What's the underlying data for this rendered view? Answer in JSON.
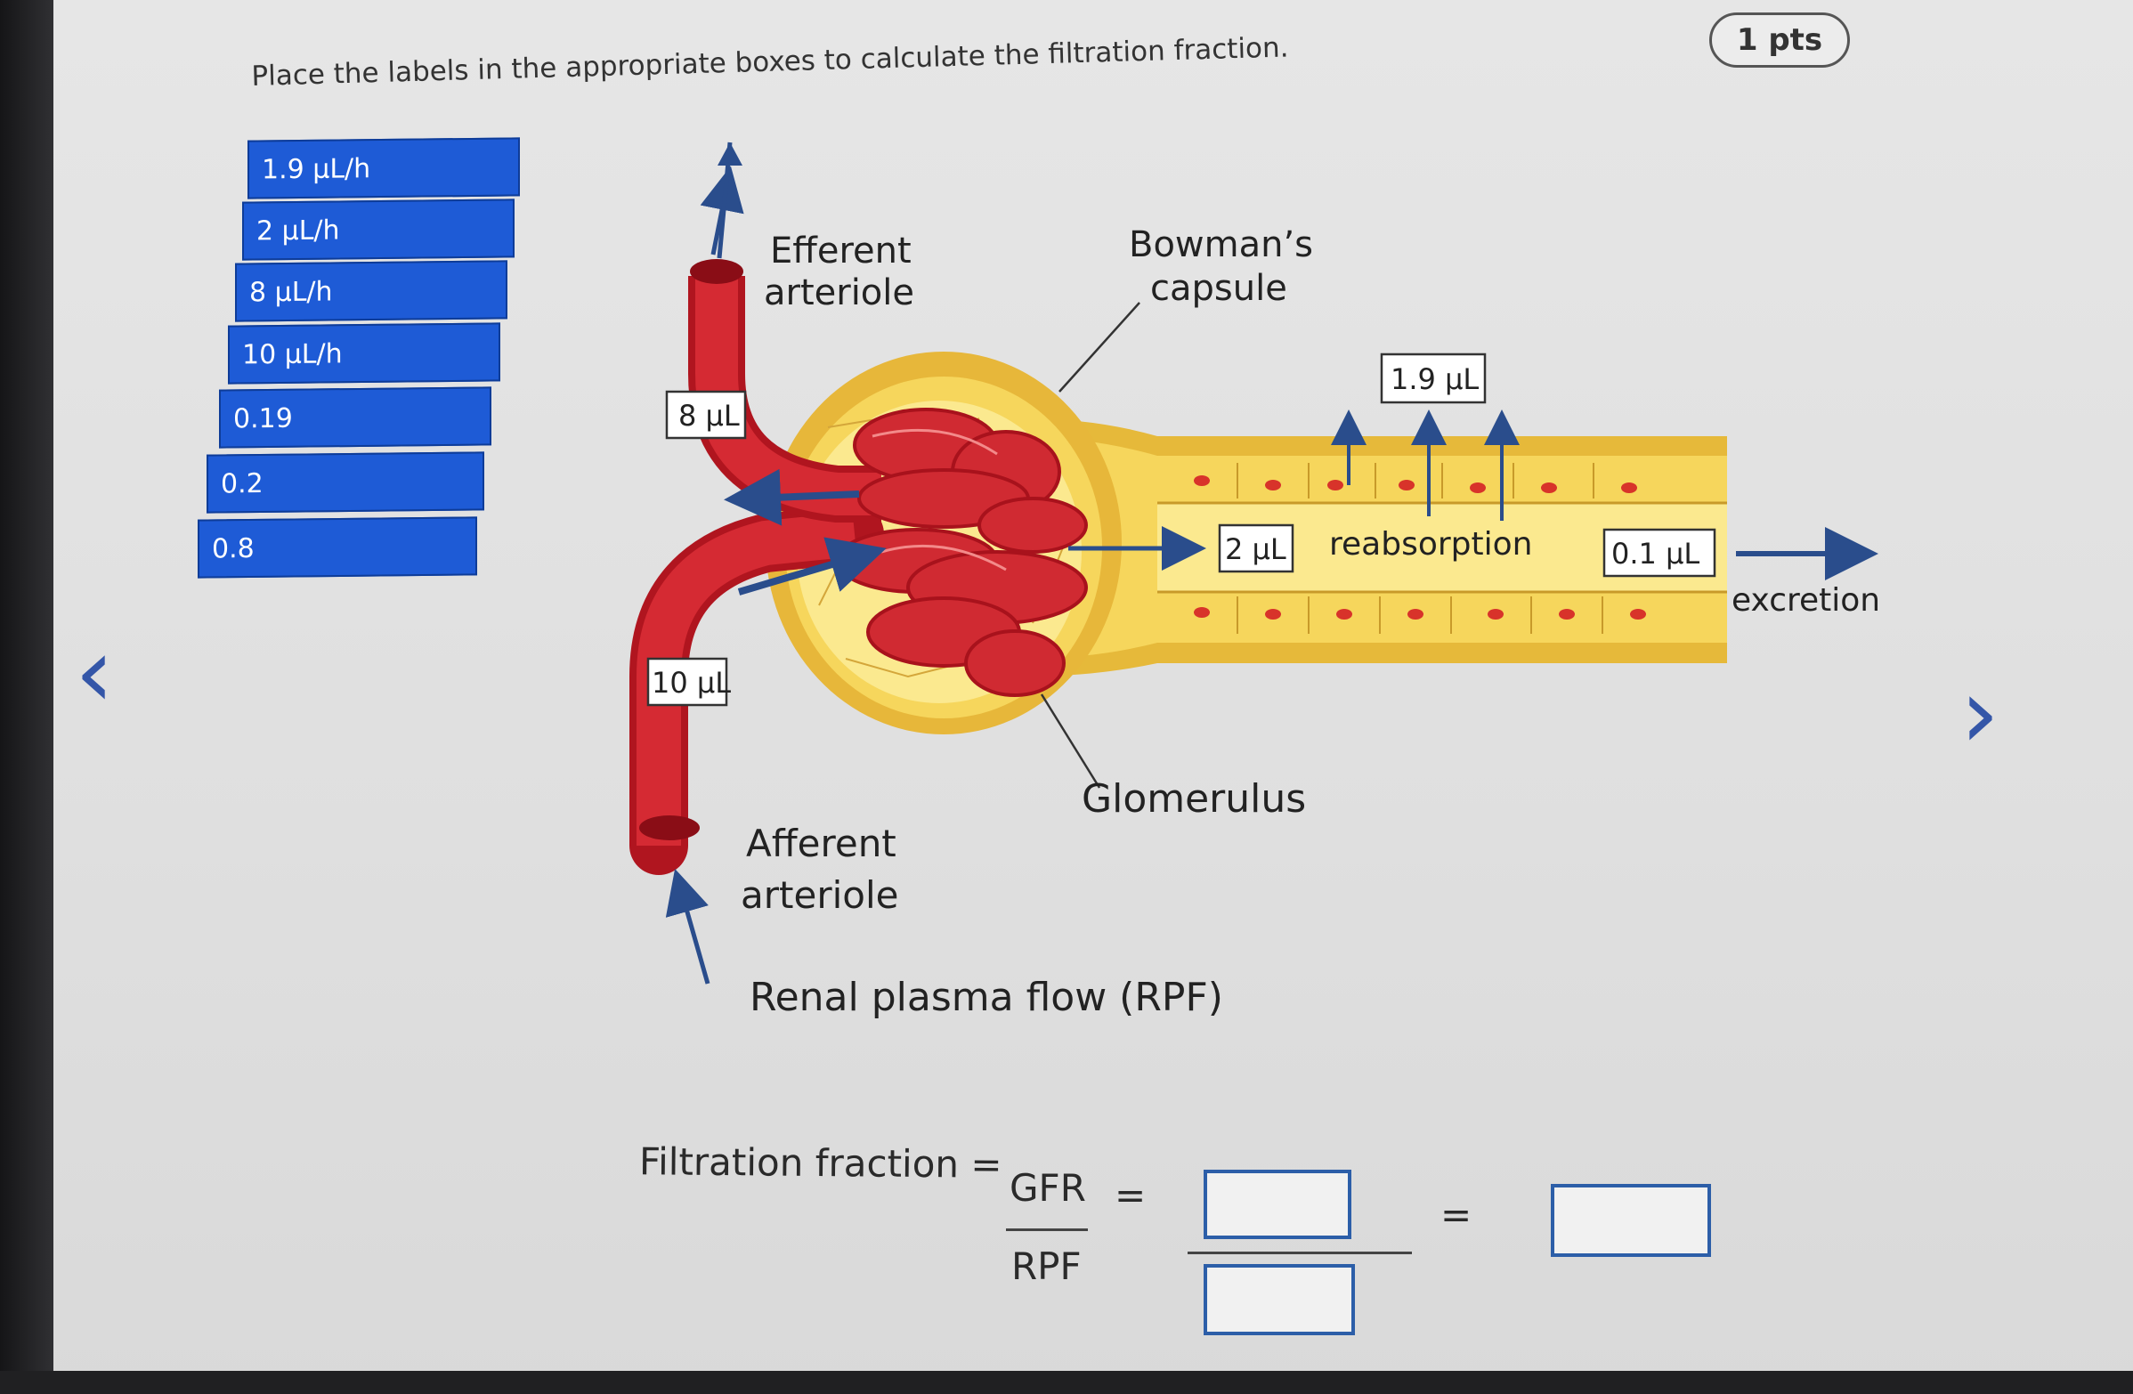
{
  "question": {
    "prompt": "Place the labels in the appropriate boxes to calculate the filtration fraction."
  },
  "points": {
    "label": "1 pts"
  },
  "labels": [
    "1.9 µL/h",
    "2 µL/h",
    "8 µL/h",
    "10 µL/h",
    "0.19",
    "0.2",
    "0.8"
  ],
  "diagram": {
    "efferent_line1": "Efferent",
    "efferent_line2": "arteriole",
    "bowmans_line1": "Bowman’s",
    "bowmans_line2": "capsule",
    "afferent_line1": "Afferent",
    "afferent_line2": "arteriole",
    "glomerulus": "Glomerulus",
    "rpf": "Renal plasma flow (RPF)",
    "reabsorption": "reabsorption",
    "excretion": "excretion",
    "box_efferent": "8 µL",
    "box_afferent": "10 µL",
    "box_filtrate": "2 µL",
    "box_reabsorbed": "1.9 µL",
    "box_excreted": "0.1 µL"
  },
  "equation": {
    "lhs": "Filtration fraction =",
    "gfr": "GFR",
    "rpf": "RPF",
    "equals": "="
  },
  "nav": {
    "prev": "‹",
    "next": "›"
  },
  "colors": {
    "label_bg": "#1e5bd6",
    "vessel": "#c8202a",
    "capsule": "#f2cf4a",
    "arrow": "#2a4d8c"
  }
}
